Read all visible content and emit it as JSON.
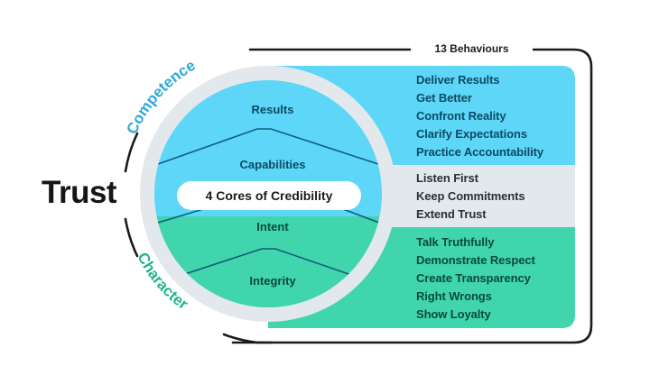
{
  "title": "Trust",
  "colors": {
    "competence": "#5dd6f8",
    "middle": "#e3e8ed",
    "character": "#40d5ad",
    "competence_label": "#2ea8d8",
    "character_label": "#1fb48c",
    "outline": "#1a1a1a",
    "dividers": "#0f5f7a"
  },
  "arc_labels": {
    "competence": "Competence",
    "character": "Character"
  },
  "cores": {
    "center_label": "4 Cores of Credibility",
    "items": [
      {
        "label": "Results",
        "group": "competence"
      },
      {
        "label": "Capabilities",
        "group": "competence"
      },
      {
        "label": "Intent",
        "group": "character"
      },
      {
        "label": "Integrity",
        "group": "character"
      }
    ]
  },
  "behaviours": {
    "title": "13 Behaviours",
    "competence": [
      "Deliver Results",
      "Get Better",
      "Confront Reality",
      "Clarify Expectations",
      "Practice Accountability"
    ],
    "both": [
      "Listen First",
      "Keep Commitments",
      "Extend Trust"
    ],
    "character": [
      "Talk Truthfully",
      "Demonstrate Respect",
      "Create Transparency",
      "Right Wrongs",
      "Show Loyalty"
    ]
  }
}
